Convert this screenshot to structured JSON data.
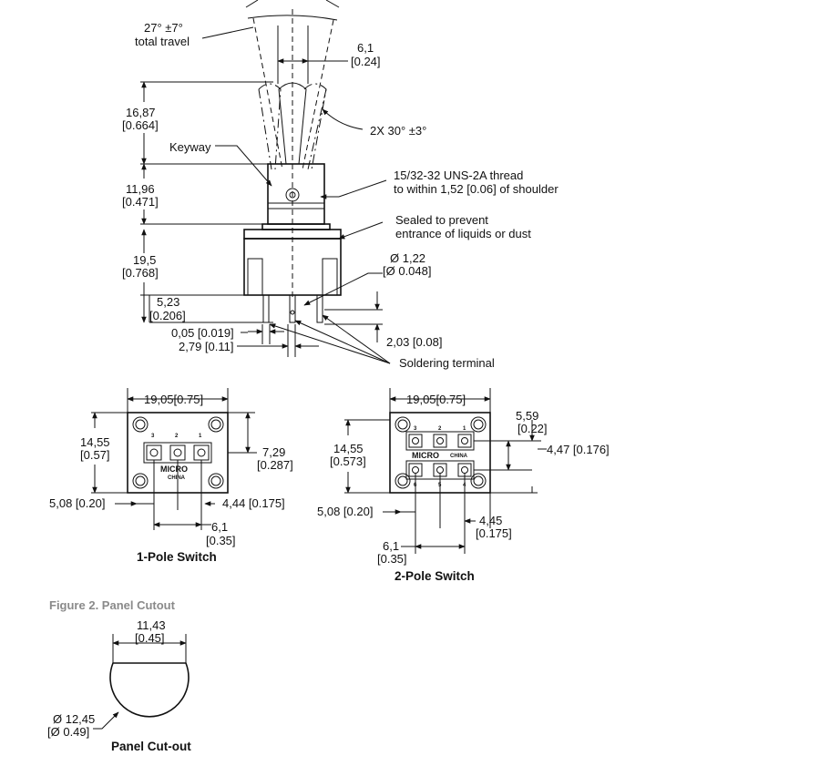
{
  "toggle_view": {
    "travel_total": "27° ±7°",
    "travel_total_label": "total travel",
    "lever_width_mm": "6,1",
    "lever_width_in": "[0.24]",
    "lever_angle": "2X 30° ±3°",
    "lever_height_mm": "16,87",
    "lever_height_in": "[0.664]",
    "keyway": "Keyway",
    "bushing_height_mm": "11,96",
    "bushing_height_in": "[0.471]",
    "thread_line1": "15/32-32 UNS-2A thread",
    "thread_line2": "to within 1,52 [0.06] of shoulder",
    "sealed_line1": "Sealed to prevent",
    "sealed_line2": "entrance of liquids or dust",
    "body_height_mm": "19,5",
    "body_height_in": "[0.768]",
    "terminal_dia_mm": "Ø 1,22",
    "terminal_dia_in": "[Ø 0.048]",
    "terminal_len_mm": "5,23",
    "terminal_len_in": "[0.206]",
    "dim_005": "0,05 [0.019]",
    "dim_279": "2,79 [0.11]",
    "dim_203": "2,03 [0.08]",
    "soldering": "Soldering terminal"
  },
  "pole1": {
    "width": "19,05[0.75]",
    "height_mm": "14,55",
    "height_in": "[0.57]",
    "pin_mm": "7,29",
    "pin_in": "[0.287]",
    "left_dim": "5,08 [0.20]",
    "right_dim": "4,44 [0.175]",
    "pitch_mm": "6,1",
    "pitch_in": "[0.35]",
    "caption": "1-Pole Switch",
    "brand": "MICRO",
    "origin": "CHINA",
    "pin_labels": [
      "3",
      "2",
      "1"
    ]
  },
  "pole2": {
    "width": "19,05[0.75]",
    "height_mm": "14,55",
    "height_in": "[0.573]",
    "top_mm": "5,59",
    "top_in": "[0.22]",
    "row_dim": "4,47 [0.176]",
    "left_dim": "5,08 [0.20]",
    "right_mm": "4,45",
    "right_in": "[0.175]",
    "pitch_mm": "6,1",
    "pitch_in": "[0.35]",
    "caption": "2-Pole Switch",
    "brand": "MICRO",
    "origin": "CHINA",
    "pin_labels_top": [
      "3",
      "2",
      "1"
    ],
    "pin_labels_bottom": [
      "6",
      "5",
      "4"
    ]
  },
  "cutout": {
    "figure_title": "Figure 2. Panel Cutout",
    "flat_mm": "11,43",
    "flat_in": "[0.45]",
    "dia_mm": "Ø 12,45",
    "dia_in": "[Ø 0.49]",
    "caption": "Panel Cut-out"
  }
}
